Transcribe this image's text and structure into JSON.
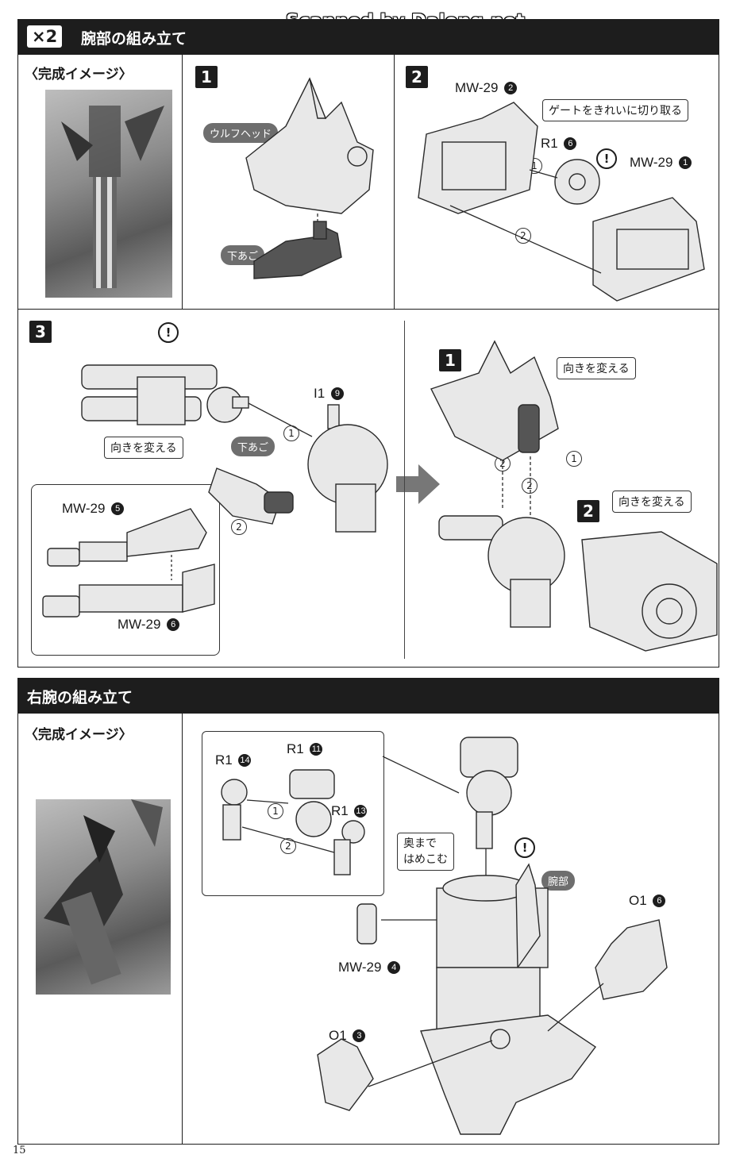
{
  "watermark": "Scanned by Dalong.net",
  "section1": {
    "multiplier": "×2",
    "title": "腕部の組み立て",
    "completed_label": "〈完成イメージ〉",
    "step1": {
      "number": "1",
      "label_head": "ウルフヘッド",
      "label_jaw": "下あご"
    },
    "step2": {
      "number": "2",
      "part_a_code": "MW-29",
      "part_a_num": "2",
      "gate_note": "ゲートをきれいに切り取る",
      "part_b_code": "R1",
      "part_b_num": "6",
      "part_c_code": "MW-29",
      "part_c_num": "1",
      "order1": "1",
      "order2": "2"
    },
    "step3": {
      "number": "3",
      "part_i_code": "I1",
      "part_i_num": "9",
      "label_jaw": "下あご",
      "label_turn": "向きを変える",
      "part_5_code": "MW-29",
      "part_5_num": "5",
      "part_6_code": "MW-29",
      "part_6_num": "6",
      "order1": "1",
      "order2": "2"
    },
    "combine": {
      "sub1": "1",
      "sub2": "2",
      "label_turn_a": "向きを変える",
      "label_turn_b": "向きを変える",
      "order1": "1",
      "order2a": "2",
      "order2b": "2"
    }
  },
  "section2": {
    "title": "右腕の組み立て",
    "completed_label": "〈完成イメージ〉",
    "parts": {
      "r1_14_code": "R1",
      "r1_14_num": "14",
      "r1_11_code": "R1",
      "r1_11_num": "11",
      "r1_13_code": "R1",
      "r1_13_num": "13",
      "mw29_4_code": "MW-29",
      "mw29_4_num": "4",
      "o1_6_code": "O1",
      "o1_6_num": "6",
      "o1_3_code": "O1",
      "o1_3_num": "3"
    },
    "note_insert_line1": "奥まで",
    "note_insert_line2": "はめこむ",
    "label_arm": "腕部",
    "order1": "1",
    "order2": "2"
  },
  "page_number": "15"
}
